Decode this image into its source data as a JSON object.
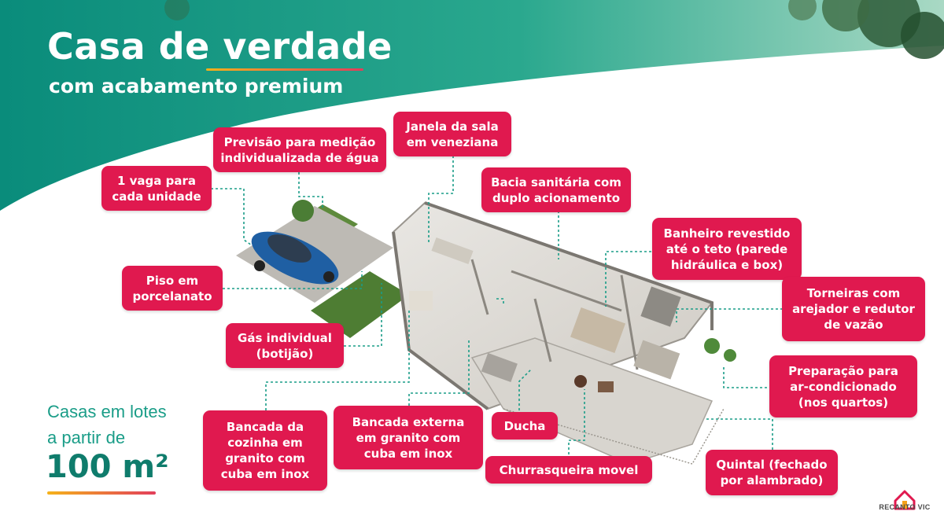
{
  "headline": {
    "title": "Casa de verdade",
    "subtitle": "com acabamento premium"
  },
  "features": [
    {
      "id": "parking",
      "label": "1 vaga para\ncada unidade"
    },
    {
      "id": "water-meter",
      "label": "Previsão para medição\nindividualizada de água"
    },
    {
      "id": "living-window",
      "label": "Janela da sala\nem veneziana"
    },
    {
      "id": "toilet",
      "label": "Bacia sanitária com\nduplo acionamento"
    },
    {
      "id": "bathroom-tiles",
      "label": "Banheiro revestido\naté o teto (parede\nhidráulica e box)"
    },
    {
      "id": "faucets",
      "label": "Torneiras com\narejador e redutor\nde vazão"
    },
    {
      "id": "porcelain-floor",
      "label": "Piso em\nporcelanato"
    },
    {
      "id": "gas",
      "label": "Gás individual\n(botijão)"
    },
    {
      "id": "ac-prep",
      "label": "Preparação para\nar-condicionado\n(nos quartos)"
    },
    {
      "id": "kitchen-counter",
      "label": "Bancada da\ncozinha em\ngranito com\ncuba em inox"
    },
    {
      "id": "external-counter",
      "label": "Bancada externa\nem granito com\ncuba em inox"
    },
    {
      "id": "shower",
      "label": "Ducha"
    },
    {
      "id": "barbecue",
      "label": "Churrasqueira movel"
    },
    {
      "id": "backyard",
      "label": "Quintal (fechado\npor alambrado)"
    }
  ],
  "lots": {
    "line1": "Casas em lotes",
    "line2": "a partir de",
    "area": "100 m²"
  },
  "brand": {
    "name": "RECANTO VIC"
  },
  "colors": {
    "teal_dark": "#0f8f7d",
    "teal_light": "#3fb99a",
    "tag_red": "#e0194f",
    "connector": "#1a9d88"
  }
}
